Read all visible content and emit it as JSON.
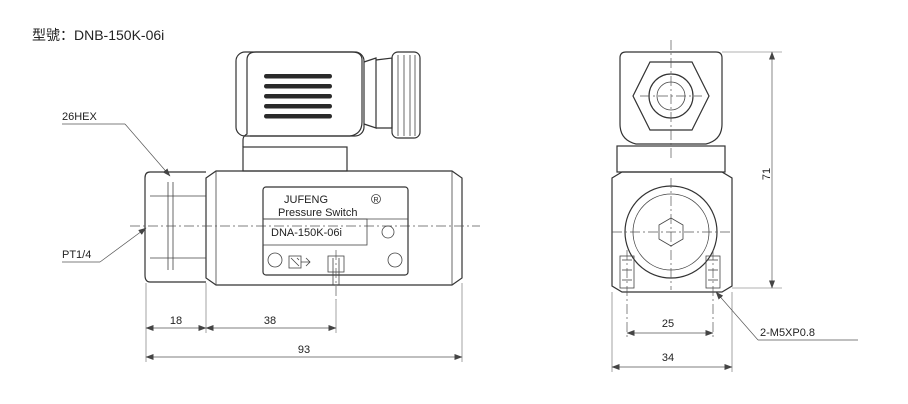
{
  "title": "型號：DNB-150K-06i",
  "labels": {
    "hex": "26HEX",
    "port": "PT1/4",
    "mount_holes": "2-M5XP0.8"
  },
  "nameplate": {
    "brand": "JUFENG",
    "registered": "R",
    "product": "Pressure Switch",
    "model": "DNA-150K-06i"
  },
  "dimensions": {
    "d18": "18",
    "d38": "38",
    "d93": "93",
    "d25": "25",
    "d34": "34",
    "d71": "71"
  }
}
